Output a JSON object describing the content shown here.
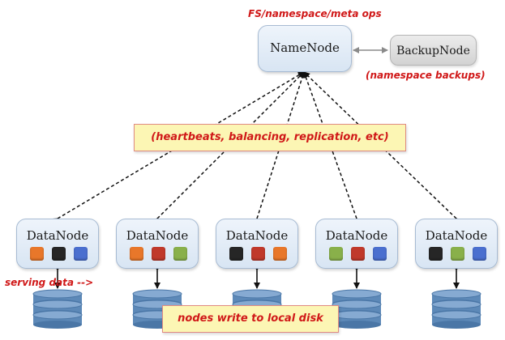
{
  "namenode": {
    "title": "NameNode",
    "note": "FS/namespace/meta ops"
  },
  "backupnode": {
    "title": "BackupNode",
    "note": "(namespace backups)"
  },
  "banner_label": "(heartbeats, balancing, replication, etc)",
  "disk_note": "nodes write to local disk",
  "serving_note": "serving data -->",
  "chip_colors": {
    "orange": "#e8772a",
    "black": "#262626",
    "blue": "#4a6fcf",
    "red": "#c0392b",
    "green": "#89b04a"
  },
  "colors": {
    "annotation": "#d01818",
    "banner_fill": "#fcf6b4",
    "disk_blue": "#5d89b8"
  },
  "datanodes": [
    {
      "title": "DataNode",
      "chips": [
        "orange",
        "black",
        "blue"
      ]
    },
    {
      "title": "DataNode",
      "chips": [
        "orange",
        "red",
        "green"
      ]
    },
    {
      "title": "DataNode",
      "chips": [
        "black",
        "red",
        "orange"
      ]
    },
    {
      "title": "DataNode",
      "chips": [
        "green",
        "red",
        "blue"
      ]
    },
    {
      "title": "DataNode",
      "chips": [
        "black",
        "green",
        "blue"
      ]
    }
  ]
}
